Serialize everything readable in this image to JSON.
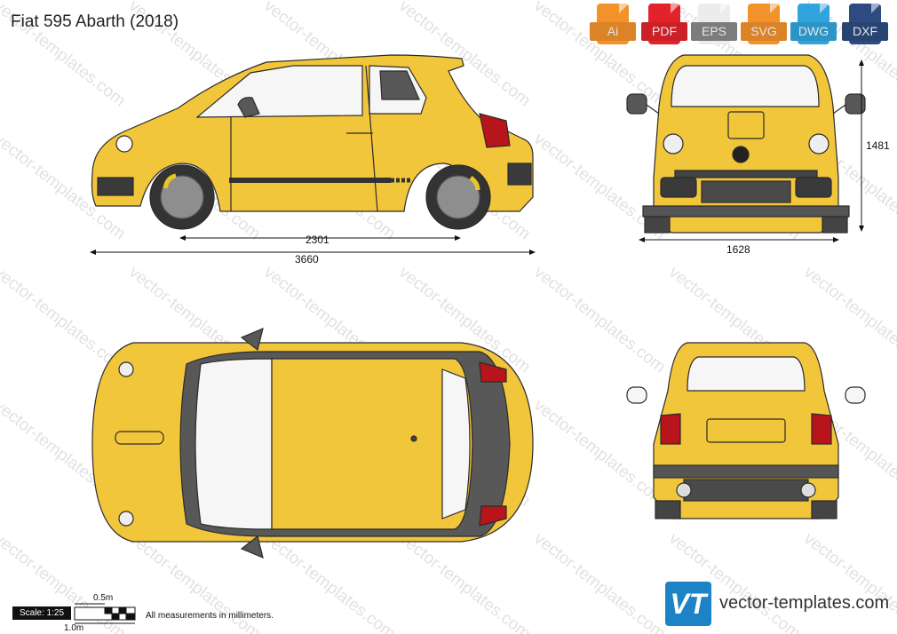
{
  "title": "Fiat 595 Abarth (2018)",
  "watermark": "vector-templates.com",
  "formats": [
    {
      "label": "Ai",
      "color": "#f3922b"
    },
    {
      "label": "PDF",
      "color": "#e2232b"
    },
    {
      "label": "EPS",
      "color": "#ececec"
    },
    {
      "label": "SVG",
      "color": "#f3922b"
    },
    {
      "label": "DWG",
      "color": "#31a4dd"
    },
    {
      "label": "DXF",
      "color": "#2d4b80"
    }
  ],
  "dimensions": {
    "wheelbase": "2301",
    "length": "3660",
    "width": "1628",
    "height": "1481"
  },
  "scale": {
    "label": "Scale: 1:25",
    "half_meter": "0.5m",
    "one_meter": "1.0m"
  },
  "note": "All measurements in millimeters.",
  "logo": {
    "letters": "VT",
    "site": "vector-templates.com"
  },
  "colors": {
    "body": "#f2c63b",
    "outline": "#2b2b2b",
    "glass": "#f6f6f6",
    "trim": "#585858"
  }
}
